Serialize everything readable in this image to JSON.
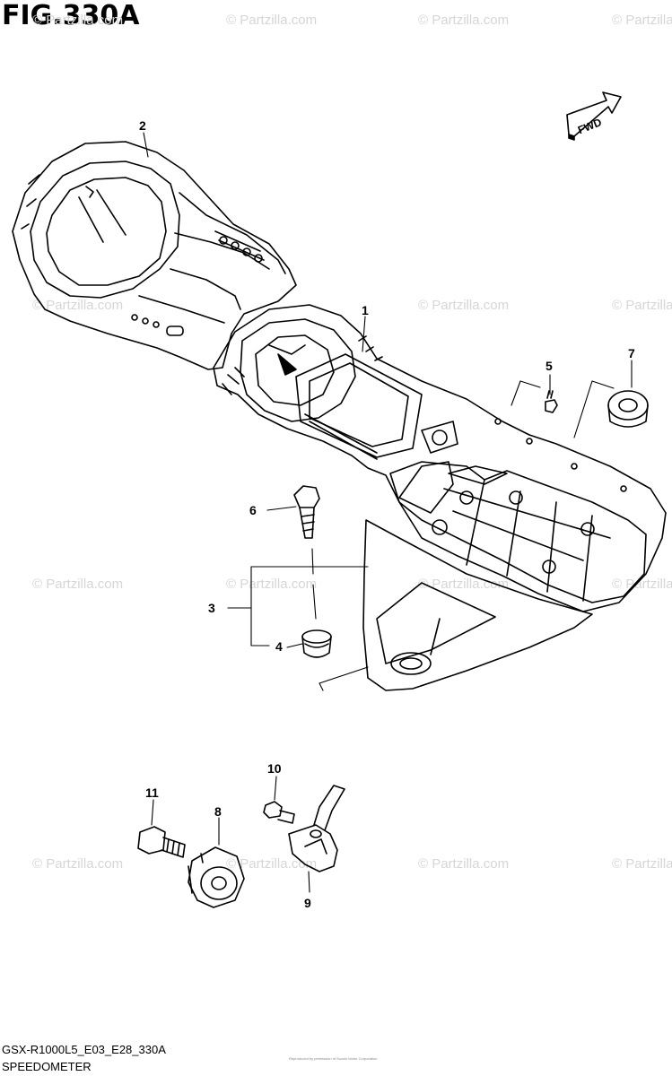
{
  "figure": {
    "title": "FIG.330A",
    "fwd_label": "FWD",
    "footer_code": "GSX-R1000L5_E03_E28_330A",
    "footer_name": "SPEEDOMETER",
    "copyright": "Reproduced by permission of Suzuki Motor Corporation"
  },
  "watermark": "© Partzilla.com",
  "callouts": [
    "1",
    "2",
    "3",
    "4",
    "5",
    "6",
    "7",
    "8",
    "9",
    "10",
    "11"
  ],
  "colors": {
    "line": "#000000",
    "watermark": "#d6d6d6",
    "background": "#ffffff"
  }
}
